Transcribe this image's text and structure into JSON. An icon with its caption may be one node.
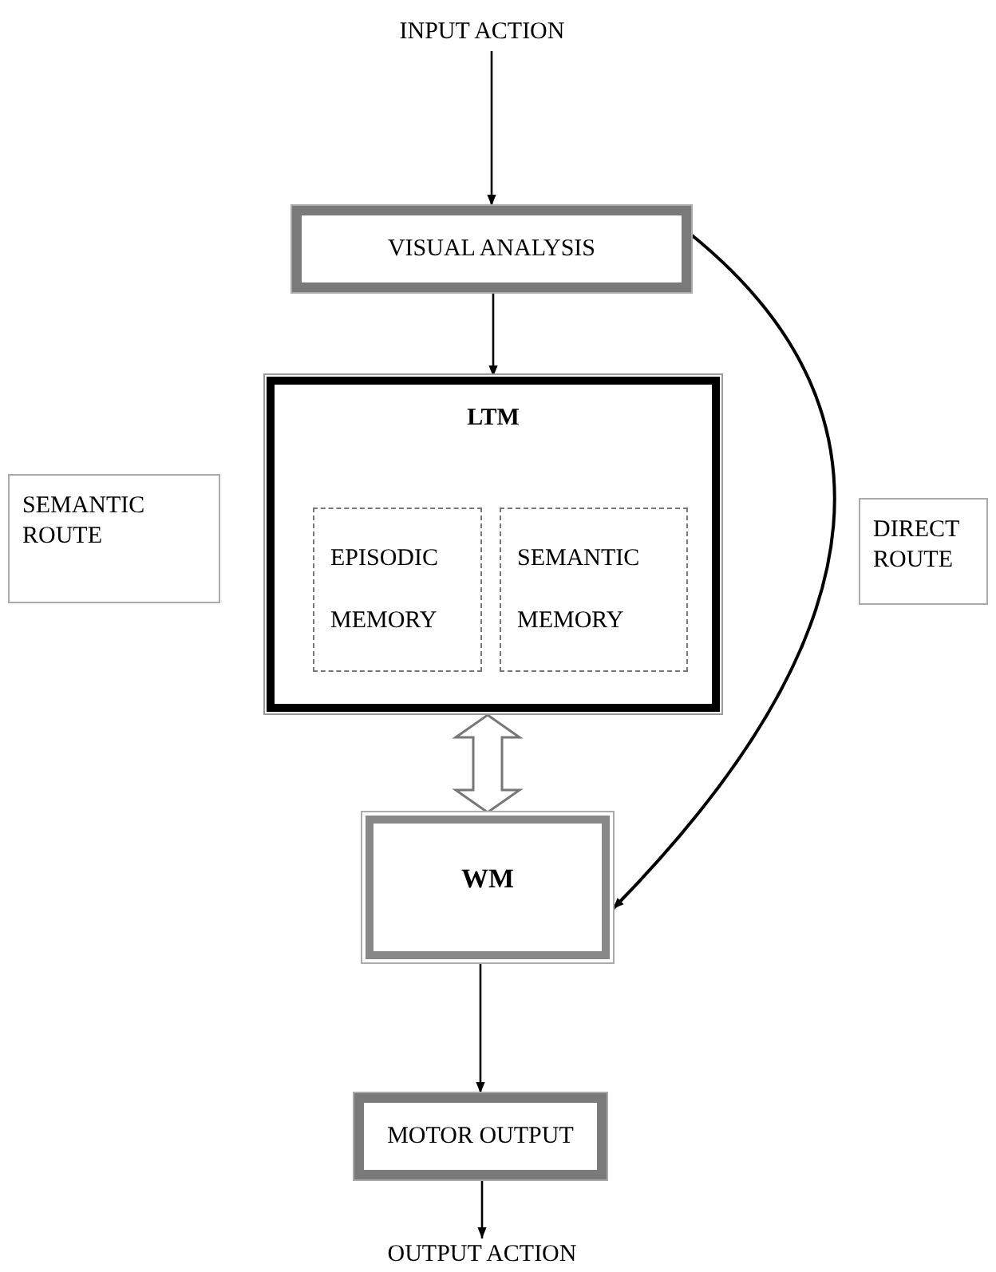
{
  "diagram": {
    "nodes": [
      {
        "text": [
          "INPUT ACTION"
        ]
      },
      {
        "text": [
          "VISUAL ANALYSIS"
        ]
      },
      {
        "text": [
          "LTM"
        ]
      },
      {
        "text": [
          "EPISODIC MEMORY"
        ],
        "in": 2
      },
      {
        "text": [
          "SEMANTIC MEMORY"
        ],
        "in": 2
      },
      {
        "text": [
          "SEMANTIC ROUTE"
        ]
      },
      {
        "text": [
          "DIRECT ROUTE"
        ]
      },
      {
        "text": [
          "WM"
        ]
      },
      {
        "text": [
          "MOTOR OUTPUT"
        ]
      },
      {
        "text": [
          "OUTPUT ACTION"
        ]
      }
    ],
    "edges": [
      {
        "from": 0,
        "to": 1,
        "arrow": "to"
      },
      {
        "from": 1,
        "to": 2,
        "arrow": "to"
      },
      {
        "from": 2,
        "to": 7,
        "arrow": "both",
        "style": "thick"
      },
      {
        "from": 1,
        "to": 7,
        "arrow": "to"
      },
      {
        "from": 7,
        "to": 8,
        "arrow": "to"
      },
      {
        "from": 8,
        "to": 9,
        "arrow": "to"
      }
    ]
  }
}
